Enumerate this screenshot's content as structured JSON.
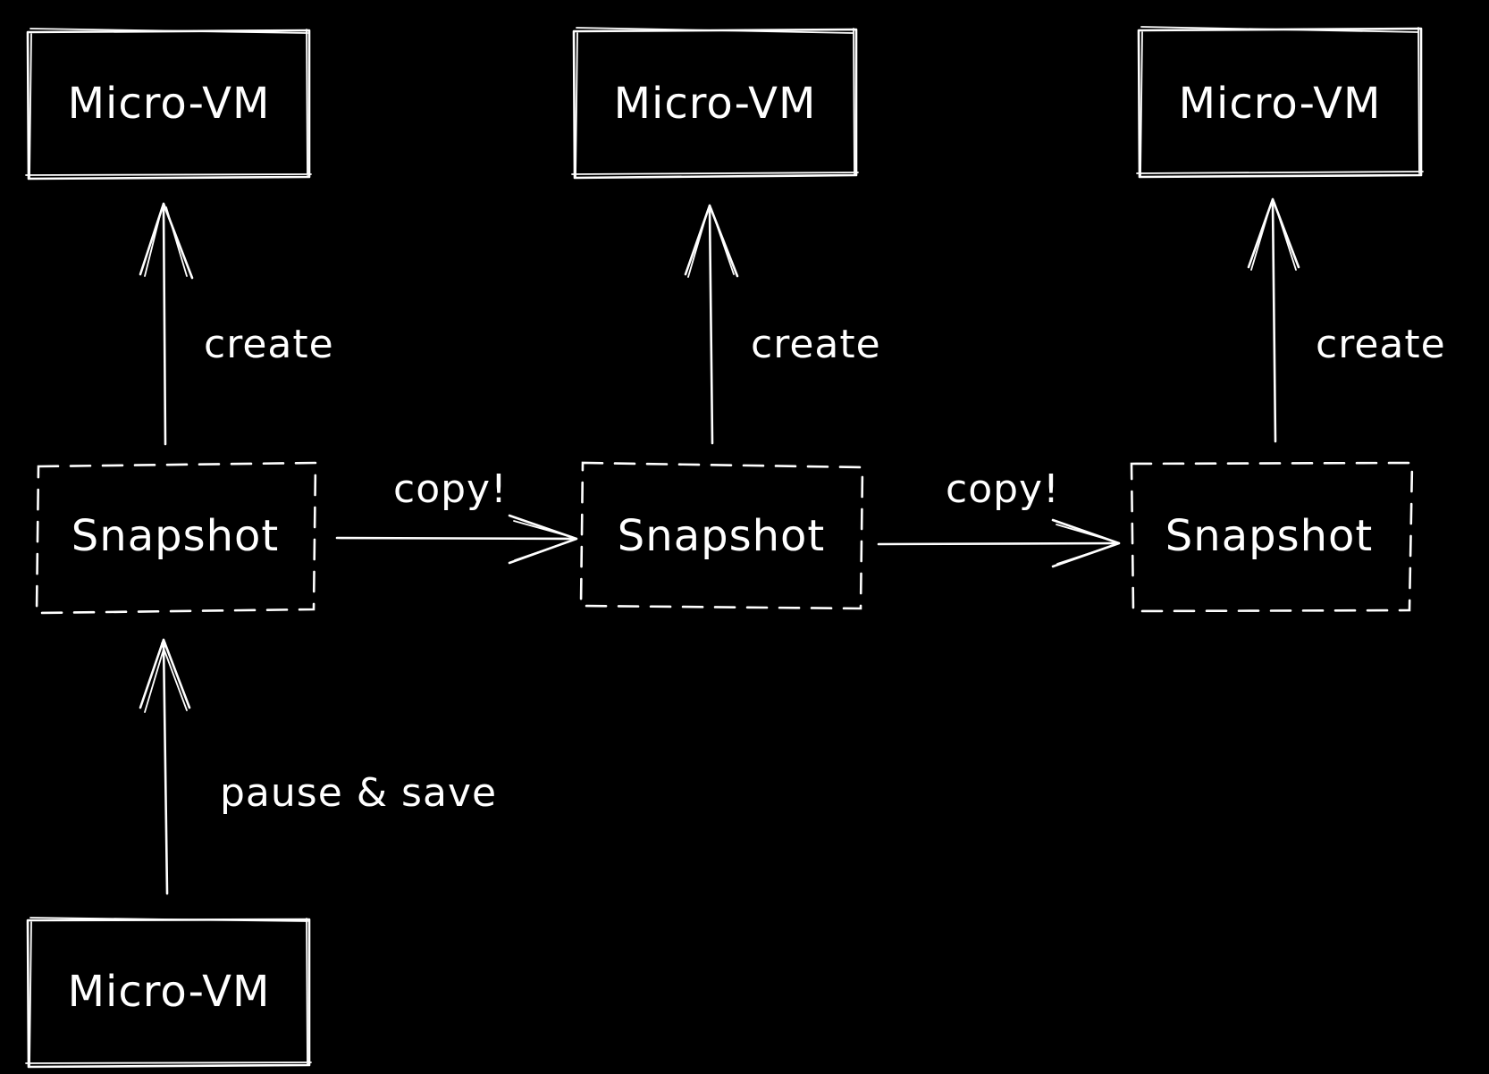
{
  "diagram": {
    "colors": {
      "background": "#000000",
      "stroke": "#ffffff",
      "text": "#ffffff"
    },
    "nodes": {
      "source_vm": "Micro-VM",
      "vm_1": "Micro-VM",
      "vm_2": "Micro-VM",
      "vm_3": "Micro-VM",
      "snapshot_1": "Snapshot",
      "snapshot_2": "Snapshot",
      "snapshot_3": "Snapshot"
    },
    "edges": {
      "pause_save": "pause & save",
      "create_1": "create",
      "create_2": "create",
      "create_3": "create",
      "copy_1": "copy!",
      "copy_2": "copy!"
    }
  }
}
